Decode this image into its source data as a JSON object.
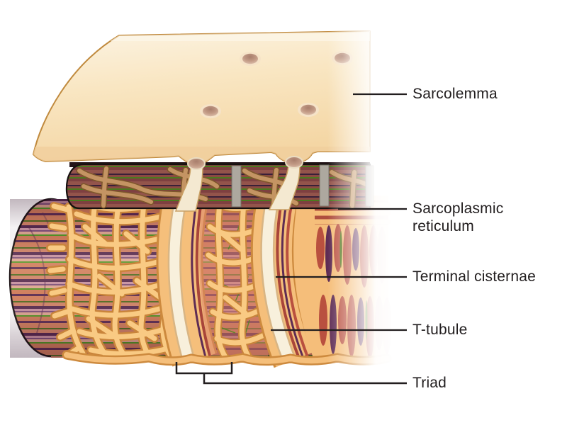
{
  "figure": {
    "labels": [
      {
        "id": "sarcolemma",
        "text": "Sarcolemma"
      },
      {
        "id": "sarcoplasmic-reticulum",
        "text": "Sarcoplasmic reticulum"
      },
      {
        "id": "terminal-cisternae",
        "text": "Terminal cisternae"
      },
      {
        "id": "t-tubule",
        "text": "T-tubule"
      },
      {
        "id": "triad",
        "text": "Triad"
      }
    ],
    "palette": {
      "background": "#ffffff",
      "sarcolemma_cream": "#f9e6c2",
      "sr_orange_light": "#f5bf7b",
      "sr_orange_dark": "#cd8a3e",
      "t_tubule_cream": "#f8f0dc",
      "striation_salmon": "#d07e5c",
      "striation_purple": "#55294e",
      "striation_green": "#4e6b1e",
      "upper_fiber_maroon": "#8a4a42",
      "upper_mesh_tan": "#c49463",
      "gray_band": "#ada89f",
      "line_black": "#221e1f"
    }
  }
}
